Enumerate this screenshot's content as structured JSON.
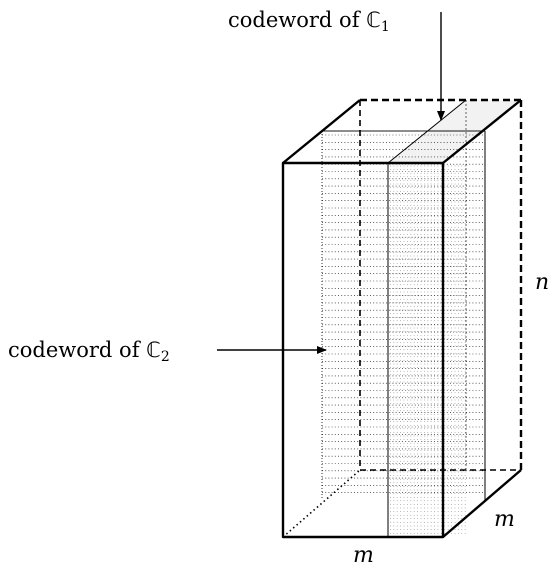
{
  "labels": {
    "top_codeword": {
      "text": "codeword of ",
      "symbol": "ℂ",
      "subscript": "1"
    },
    "left_codeword": {
      "text": "codeword of ",
      "symbol": "ℂ",
      "subscript": "2"
    },
    "height_dim": "n",
    "depth_dim": "m",
    "width_dim": "m"
  }
}
